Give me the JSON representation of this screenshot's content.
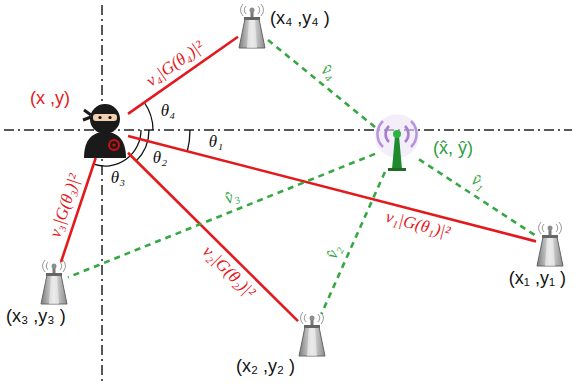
{
  "diagram": {
    "nodes": [
      {
        "text": [
          "(x ,y)"
        ]
      },
      {
        "text": [
          "(x₄ ,y₄ )"
        ]
      },
      {
        "text": [
          "(x̂, ŷ)"
        ]
      },
      {
        "text": [
          "(x₁ ,y₁ )"
        ]
      },
      {
        "text": [
          "(x₃ ,y₃ )"
        ]
      },
      {
        "text": [
          "(x₂ ,y₂ )"
        ]
      }
    ],
    "edges": [
      {
        "from": 0,
        "to": 3,
        "arrow": "none",
        "label": "v₁|G(θ₁)|²"
      },
      {
        "from": 0,
        "to": 5,
        "arrow": "none",
        "label": "v₂|G(θ₂)|²"
      },
      {
        "from": 0,
        "to": 4,
        "arrow": "none",
        "label": "v₃|G(θ₃)|²"
      },
      {
        "from": 0,
        "to": 1,
        "arrow": "none",
        "label": "v₄|G(θ₄)|²"
      },
      {
        "from": 2,
        "to": 3,
        "arrow": "none",
        "label": "v̂₁"
      },
      {
        "from": 2,
        "to": 5,
        "arrow": "none",
        "label": "v̂₂"
      },
      {
        "from": 2,
        "to": 4,
        "arrow": "none",
        "label": "v̂₃"
      },
      {
        "from": 2,
        "to": 1,
        "arrow": "none",
        "label": "v̂₄"
      }
    ],
    "labels": [
      "θ₁",
      "θ₂",
      "θ₃",
      "θ₄"
    ]
  }
}
